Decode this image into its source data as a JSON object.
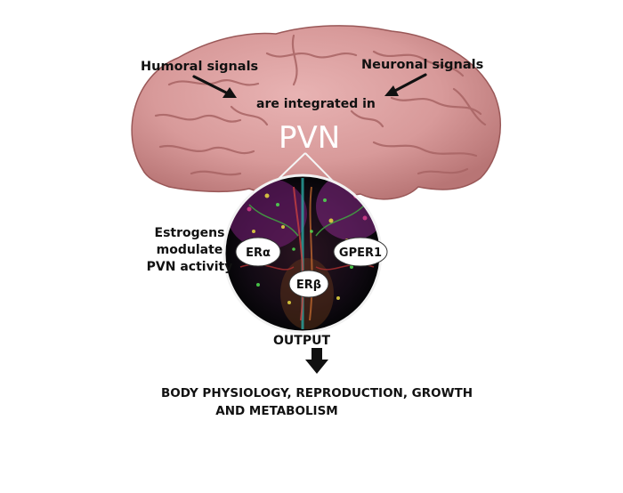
{
  "labels": {
    "humoral": "Humoral signals",
    "neuronal": "Neuronal signals",
    "integrated": "are integrated in",
    "pvn": "PVN",
    "estrogens_line1": "Estrogens",
    "estrogens_line2": "modulate",
    "estrogens_line3": "PVN activity",
    "er_alpha": "ERα",
    "gper1": "GPER1",
    "er_beta": "ERβ",
    "output": "OUTPUT",
    "result_line1": "BODY PHYSIOLOGY, REPRODUCTION, GROWTH",
    "result_line2": "AND METABOLISM"
  },
  "colors": {
    "brain": "#d89a9a",
    "brain_dark": "#b87575",
    "brain_sulcus": "#9a5858",
    "micrograph_bg": "#0b0b10",
    "micrograph_ring": "#f2f2f2",
    "arrow": "#111111"
  }
}
